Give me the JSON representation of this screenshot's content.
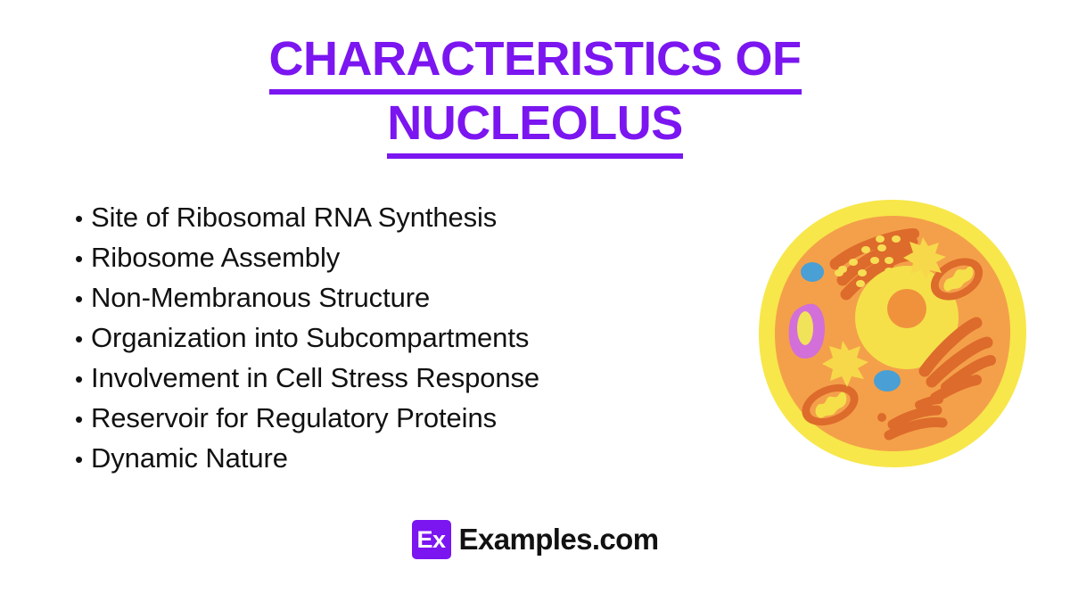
{
  "background_color": "#ffffff",
  "title": {
    "accent_color": "#7B16F0",
    "full_text": "CHARACTERISTICS OF NUCLEOLUS",
    "lines": [
      "CHARACTERISTICS OF",
      "NUCLEOLUS"
    ]
  },
  "list": {
    "bullet_glyph": "•",
    "text_color": "#111111",
    "items": [
      "Site of Ribosomal RNA Synthesis",
      "Ribosome Assembly",
      "Non-Membranous Structure",
      "Organization into Subcompartments",
      "Involvement in Cell Stress Response",
      "Reservoir for Regulatory Proteins",
      "Dynamic Nature"
    ]
  },
  "illustration": {
    "name": "animal-cell-diagram",
    "colors": {
      "membrane": "#F7E74A",
      "cytoplasm": "#F4A04A",
      "nucleus": "#F5E04A",
      "nucleolus": "#F0923C",
      "er": "#DD6B2B",
      "ribosome": "#F7DD55",
      "mitochondria_body": "#DD6B2B",
      "mitochondria_cristae": "#F5E04A",
      "lysosome": "#D36FD8",
      "lysosome_core": "#F0E35A",
      "vesicle": "#4A9FD4",
      "golgi": "#F7D84A"
    },
    "organelles": [
      "cell-membrane",
      "cytoplasm",
      "nucleus",
      "nucleolus",
      "rough-endoplasmic-reticulum",
      "smooth-endoplasmic-reticulum",
      "ribosomes",
      "mitochondrion-upper-right",
      "mitochondrion-lower-left",
      "lysosome",
      "vesicle-upper-left",
      "vesicle-lower-center",
      "golgi-apparatus-upper-right",
      "golgi-apparatus-center-left"
    ]
  },
  "footer": {
    "logo_mark_text": "Ex",
    "logo_word_text": "Examples.com",
    "logo_mark_color": "#7B16F0",
    "logo_word_color": "#111111"
  }
}
